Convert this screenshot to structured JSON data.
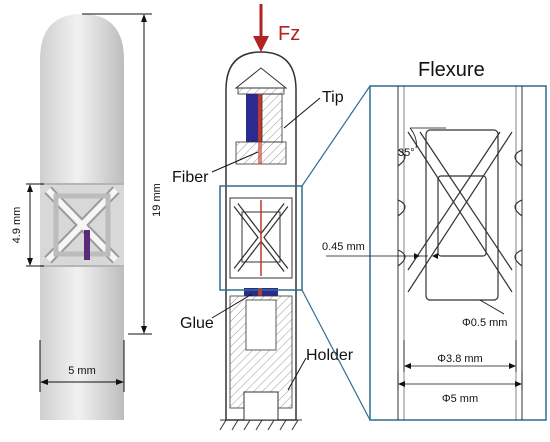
{
  "labels": {
    "force": "Fz",
    "tip": "Tip",
    "fiber": "Fiber",
    "glue": "Glue",
    "holder": "Holder",
    "flexure_title": "Flexure"
  },
  "dimensions": {
    "overall_length": "19 mm",
    "flexure_height": "4.9 mm",
    "outer_diameter": "5 mm",
    "angle": "35°",
    "beam_width": "0.45 mm",
    "hole_diameter": "Φ0.5 mm",
    "inner_diameter": "Φ3.8 mm",
    "outer_diameter_phi": "Φ5 mm"
  },
  "colors": {
    "force_arrow": "#b22222",
    "zoom_box": "#2f6d8f",
    "fiber_blue": "#2b2a8f",
    "fiber_red": "#c0392b",
    "body_gray": "#e7e7e7"
  }
}
